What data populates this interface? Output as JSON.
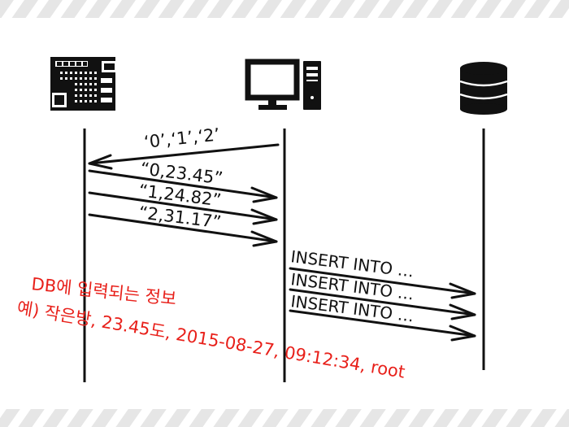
{
  "diagram": {
    "actors": [
      {
        "icon": "microcontroller-board-icon"
      },
      {
        "icon": "desktop-computer-icon"
      },
      {
        "icon": "database-icon"
      }
    ],
    "messages": [
      {
        "label": "‘0’,‘1’,‘2’"
      },
      {
        "label": "“0,23.45”"
      },
      {
        "label": "“1,24.82”"
      },
      {
        "label": "“2,31.17”"
      },
      {
        "label": "INSERT INTO …"
      },
      {
        "label": "INSERT INTO …"
      },
      {
        "label": "INSERT INTO …"
      }
    ],
    "annotation": {
      "line1": "DB에 입력되는 정보",
      "line2": "예) 작은방, 23.45도, 2015-08-27, 09:12:34, root"
    },
    "colors": {
      "lines": "#111111",
      "annotation": "#e8201a",
      "stripe": "#e6e6e6"
    }
  }
}
